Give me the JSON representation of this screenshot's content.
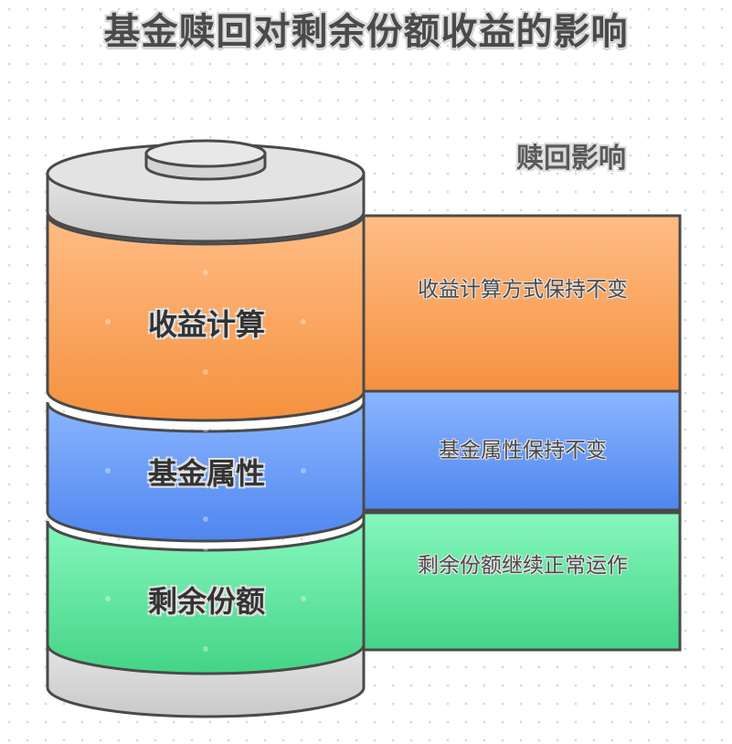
{
  "title": "基金赎回对剩余份额收益的影响",
  "side_heading": "赎回影响",
  "layers": [
    {
      "label": "收益计算",
      "effect": "收益计算方式保持不变",
      "color": "#f8a35e"
    },
    {
      "label": "基金属性",
      "effect": "基金属性保持不变",
      "color": "#5e97f7"
    },
    {
      "label": "剩余份额",
      "effect": "剩余份额继续正常运作",
      "color": "#5ddb94"
    }
  ]
}
